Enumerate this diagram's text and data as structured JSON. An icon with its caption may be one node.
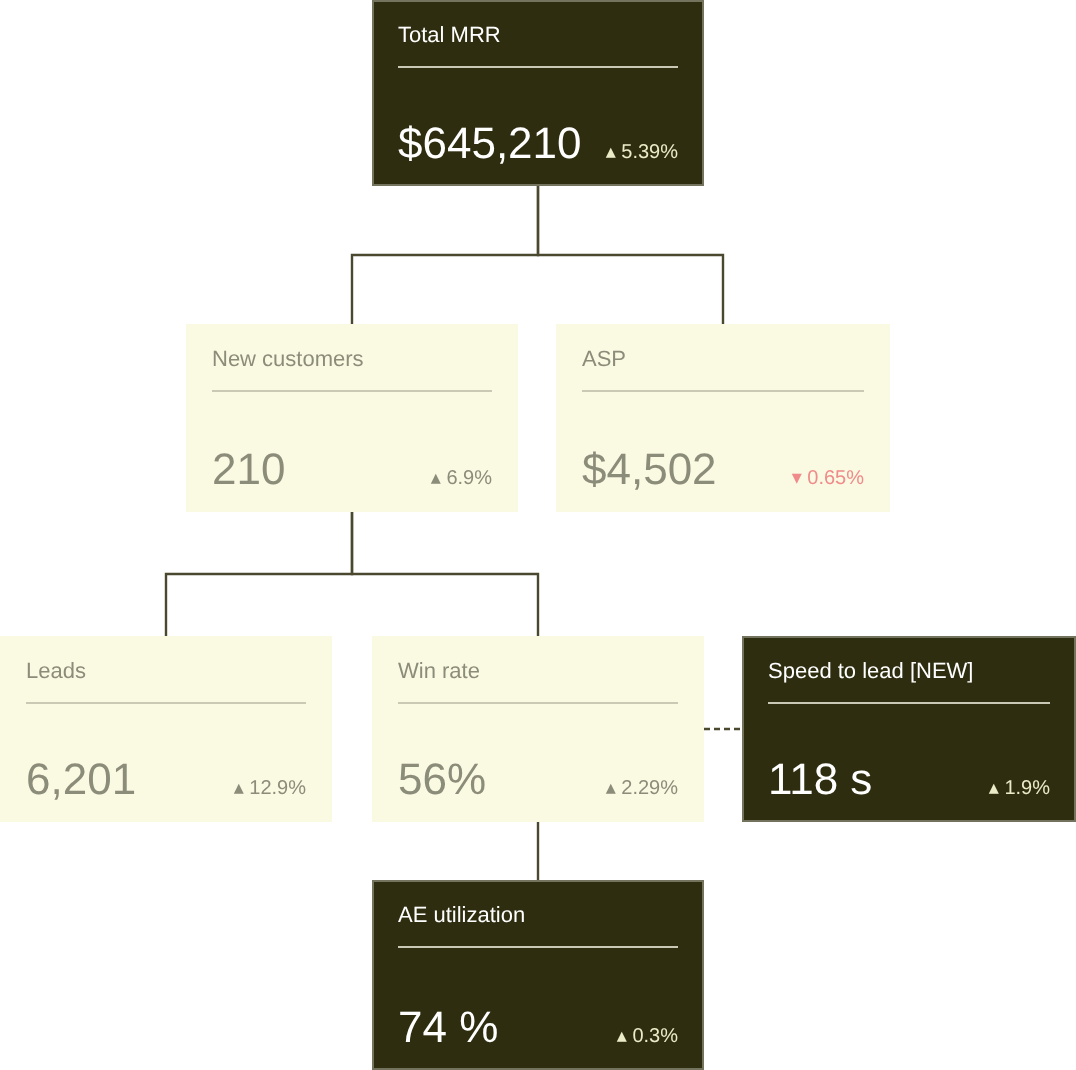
{
  "diagram": {
    "nodes": [
      {
        "text": [
          "Total MRR",
          "$645,210",
          "▴ 5.39%"
        ]
      },
      {
        "text": [
          "New customers",
          "210",
          "▴ 6.9%"
        ]
      },
      {
        "text": [
          "ASP",
          "$4,502",
          "▾ 0.65%"
        ]
      },
      {
        "text": [
          "Leads",
          "6,201",
          "▴ 12.9%"
        ]
      },
      {
        "text": [
          "Win rate",
          "56%",
          "▴ 2.29%"
        ]
      },
      {
        "text": [
          "Speed to lead [NEW]",
          "118 s",
          "▴ 1.9%"
        ]
      },
      {
        "text": [
          "AE utilization",
          "74 %",
          "▴ 0.3%"
        ]
      }
    ],
    "edges": [
      {
        "from": 0,
        "to": 1,
        "arrow": "none"
      },
      {
        "from": 0,
        "to": 2,
        "arrow": "none"
      },
      {
        "from": 1,
        "to": 3,
        "arrow": "none"
      },
      {
        "from": 1,
        "to": 4,
        "arrow": "none"
      },
      {
        "from": 4,
        "to": 5,
        "arrow": "none",
        "style": "dashed"
      },
      {
        "from": 4,
        "to": 6,
        "arrow": "none"
      }
    ]
  }
}
